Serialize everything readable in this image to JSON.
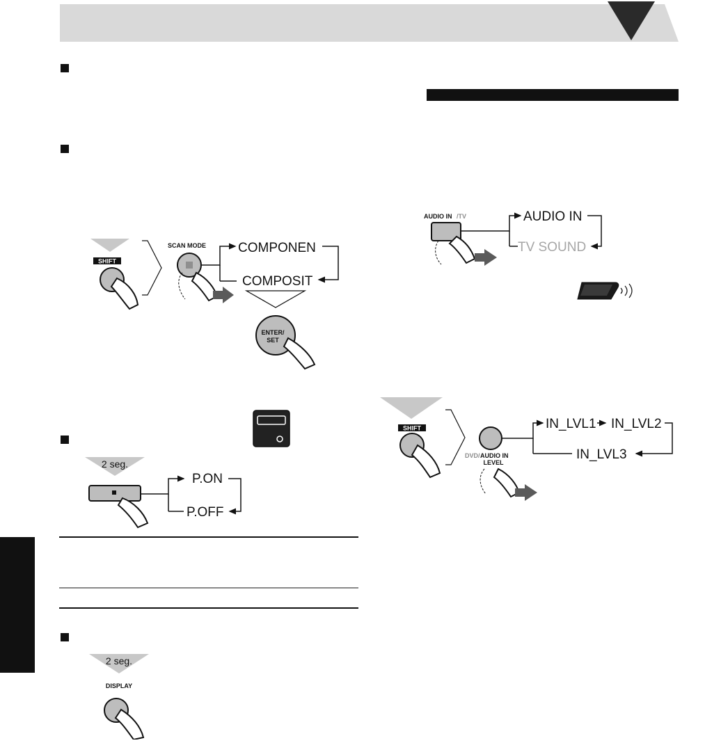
{
  "buttons": {
    "shift": "SHIFT",
    "scan_mode": "SCAN MODE",
    "enter_set_line1": "ENTER/",
    "enter_set_line2": "SET",
    "audio_in_tv_a": "AUDIO IN",
    "audio_in_tv_b": "/TV",
    "dvd_prefix": "DVD/",
    "audio_in_level_line1": "AUDIO IN",
    "audio_in_level_line2": "LEVEL",
    "display": "DISPLAY",
    "hold_2sec": "2 seg."
  },
  "flows": {
    "scan_mode": [
      "COMPONEN",
      "COMPOSIT"
    ],
    "audio_input": [
      "AUDIO IN",
      "TV SOUND"
    ],
    "power_mode": [
      "P.ON",
      "P.OFF"
    ],
    "input_level": [
      "IN_LVL1",
      "IN_LVL2",
      "IN_LVL3"
    ]
  },
  "colors": {
    "header_band": "#d9d9d9",
    "side_tab": "#111111",
    "dimmed_option": "#a6a6a6",
    "hold_arrow": "#c8c8c8"
  }
}
